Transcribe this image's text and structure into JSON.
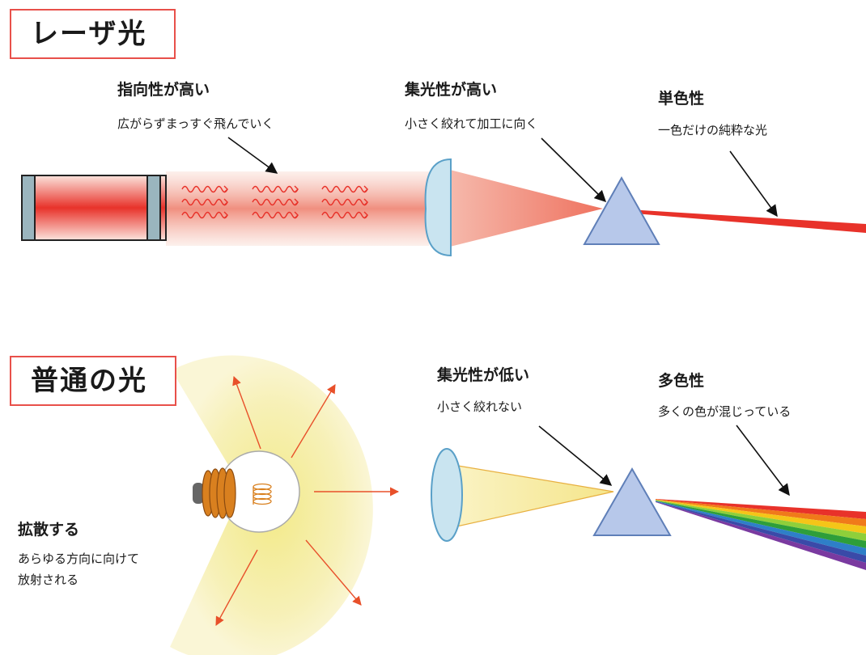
{
  "laser": {
    "title": "レーザ光",
    "directivity": {
      "heading": "指向性が高い",
      "desc": "広がらずまっすぐ飛んでいく"
    },
    "focus": {
      "heading": "集光性が高い",
      "desc": "小さく絞れて加工に向く"
    },
    "monochrome": {
      "heading": "単色性",
      "desc": "一色だけの純粋な光"
    }
  },
  "ordinary": {
    "title": "普通の光",
    "diffusion": {
      "heading": "拡散する",
      "desc_line1": "あらゆる方向に向けて",
      "desc_line2": "放射される"
    },
    "focus": {
      "heading": "集光性が低い",
      "desc": "小さく絞れない"
    },
    "polychrome": {
      "heading": "多色性",
      "desc": "多くの色が混じっている"
    }
  },
  "colors": {
    "laser_red": "#e8322a",
    "title_border": "#e8504a",
    "lens": "#c9e4f0",
    "prism": "#b7c8ea",
    "glow": "#f6f0b0",
    "coil": "#d9801f"
  }
}
